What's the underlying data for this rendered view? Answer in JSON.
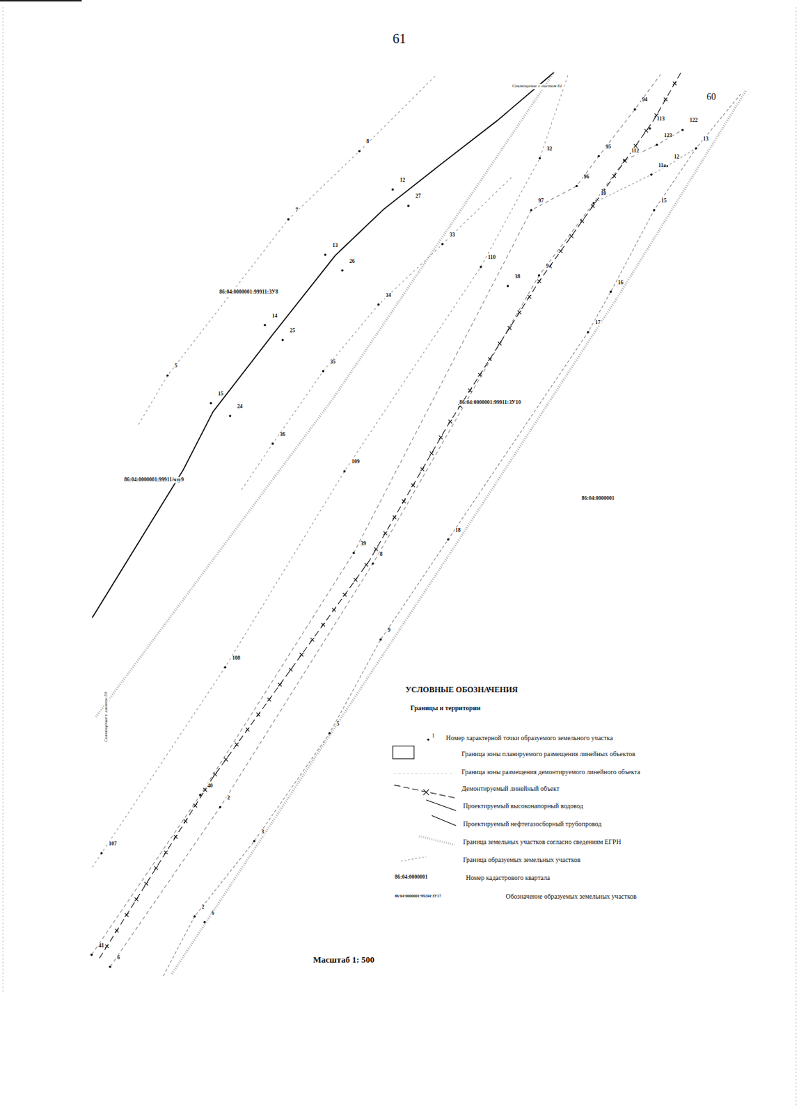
{
  "diagram": {
    "labels": [
      "61",
      "Совмещение с листом 61",
      "60",
      "8",
      "12",
      "27",
      "7",
      "13",
      "26",
      "33",
      "34",
      "14",
      "25",
      "5",
      "35",
      "15",
      "24",
      "36",
      "109",
      "39",
      "8",
      "18",
      "9",
      "108",
      "5",
      "40",
      "2",
      "3",
      "107",
      "2",
      "6",
      "41",
      "6",
      "94",
      "113",
      "122",
      "123",
      "95",
      "112",
      "11а",
      "12",
      "13",
      "32",
      "96",
      "10",
      "97",
      "15",
      "110",
      "38",
      "9",
      "16",
      "17",
      "86:04:0000001:99911:ЗУ8",
      "86:04:0000001:99911:ЗУ10",
      "86:04:0000001:99911/чзу9",
      "86:04:0000001",
      "Совмещение с листом 59",
      "УСЛОВНЫЕ ОБОЗНАЧЕНИЯ",
      "Границы и территории",
      "1",
      "86:04:0000001",
      "86:04:0000001:99244:ЗУ17",
      "Масштаб 1: 500"
    ],
    "legend": [
      {
        "text": "Номер характерной точки образуемого земельного участка"
      },
      {
        "text": "Граница зоны планируемого размещения линейных объектов"
      },
      {
        "text": "Граница зоны размещения демонтируемого линейного объекта"
      },
      {
        "text": "Демонтируемый линейный объект"
      },
      {
        "text": "Проектируемый высоконапорный водовод"
      },
      {
        "text": "Проектируемый нефтегазосборный трубопровод"
      },
      {
        "text": "Граница земельных участков согласно сведениям ЕГРН"
      },
      {
        "text": "Граница образуемых земельных участков"
      },
      {
        "text": "Номер кадастрового квартала"
      },
      {
        "text": "Обозначение образуемых земельных участков"
      }
    ]
  }
}
